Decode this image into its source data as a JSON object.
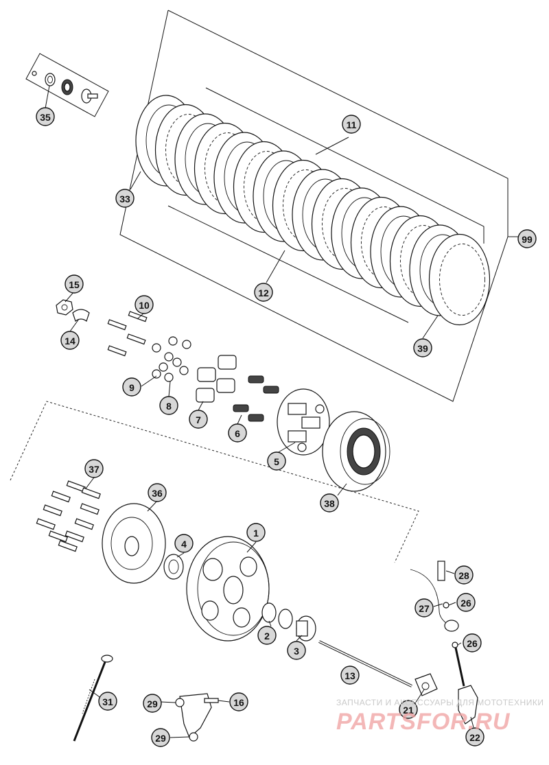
{
  "callouts": [
    {
      "id": "35",
      "label": "35"
    },
    {
      "id": "11",
      "label": "11"
    },
    {
      "id": "33",
      "label": "33"
    },
    {
      "id": "99",
      "label": "99"
    },
    {
      "id": "12",
      "label": "12"
    },
    {
      "id": "15",
      "label": "15"
    },
    {
      "id": "10",
      "label": "10"
    },
    {
      "id": "14",
      "label": "14"
    },
    {
      "id": "39",
      "label": "39"
    },
    {
      "id": "9",
      "label": "9"
    },
    {
      "id": "8",
      "label": "8"
    },
    {
      "id": "7",
      "label": "7"
    },
    {
      "id": "6",
      "label": "6"
    },
    {
      "id": "5",
      "label": "5"
    },
    {
      "id": "37",
      "label": "37"
    },
    {
      "id": "38",
      "label": "38"
    },
    {
      "id": "36",
      "label": "36"
    },
    {
      "id": "1",
      "label": "1"
    },
    {
      "id": "4",
      "label": "4"
    },
    {
      "id": "28",
      "label": "28"
    },
    {
      "id": "27",
      "label": "27"
    },
    {
      "id": "26a",
      "label": "26"
    },
    {
      "id": "2",
      "label": "2"
    },
    {
      "id": "26b",
      "label": "26"
    },
    {
      "id": "3",
      "label": "3"
    },
    {
      "id": "13",
      "label": "13"
    },
    {
      "id": "31",
      "label": "31"
    },
    {
      "id": "29a",
      "label": "29"
    },
    {
      "id": "16",
      "label": "16"
    },
    {
      "id": "21",
      "label": "21"
    },
    {
      "id": "29b",
      "label": "29"
    },
    {
      "id": "22",
      "label": "22"
    }
  ],
  "watermark": {
    "caption": "ЗАПЧАСТИ И АКСЕССУАРЫ ДЛЯ МОТОТЕХНИКИ",
    "logo": "PARTSFOR.RU"
  }
}
